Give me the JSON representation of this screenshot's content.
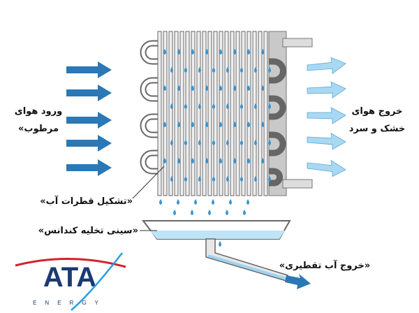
{
  "labels": {
    "inlet_line1": "ورود هوای",
    "inlet_line2": "مرطوب»",
    "outlet_line1": "خروج هوای",
    "outlet_line2": "خشک و سرد",
    "droplets": "«تشکیل قطرات آب»",
    "tray": "«سینی تخلیه کندانس»",
    "drain": "«خروج آب تقطیری»"
  },
  "logo": {
    "name": "ATA",
    "sub": "ENERGY"
  },
  "colors": {
    "inlet_arrow": "#2b78b6",
    "outlet_arrow": "#a9d8f2",
    "water": "#bfe3f7",
    "logo_blue": "#1b3a73",
    "logo_red": "#d2232a"
  }
}
